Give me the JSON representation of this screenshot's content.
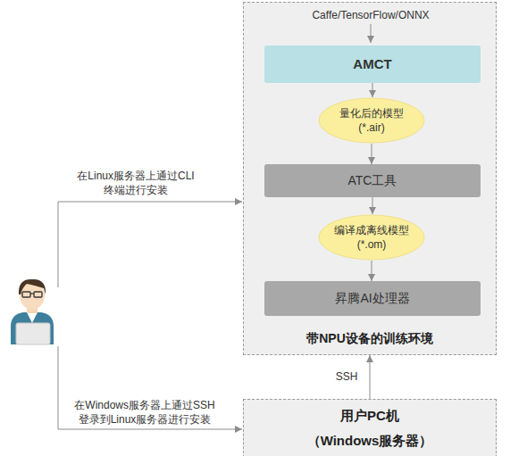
{
  "diagram": {
    "nodes": [
      {
        "text": [
          "带NPU设备的训练环境"
        ]
      },
      {
        "text": [
          "AMCT"
        ],
        "in": 0
      },
      {
        "text": [
          "量化后的模型 (*.air)"
        ],
        "in": 0
      },
      {
        "text": [
          "ATC工具"
        ],
        "in": 0
      },
      {
        "text": [
          "编译成离线模型 (*.om)"
        ],
        "in": 0
      },
      {
        "text": [
          "昇腾AI处理器"
        ],
        "in": 0
      },
      {
        "text": [
          "用户PC机",
          "（Windows服务器）"
        ]
      }
    ],
    "edges": [
      {
        "from": 1,
        "to": 2,
        "arrow": "to"
      },
      {
        "from": 2,
        "to": 3,
        "arrow": "to"
      },
      {
        "from": 3,
        "to": 4,
        "arrow": "to"
      },
      {
        "from": 4,
        "to": 5,
        "arrow": "to"
      },
      {
        "from": 6,
        "to": 0,
        "label": "SSH",
        "arrow": "to"
      }
    ],
    "labels": [
      "Caffe/TensorFlow/ONNX",
      "在Linux服务器上通过CLI 终端进行安装",
      "在Windows服务器上通过SSH 登录到Linux服务器进行安装"
    ]
  }
}
